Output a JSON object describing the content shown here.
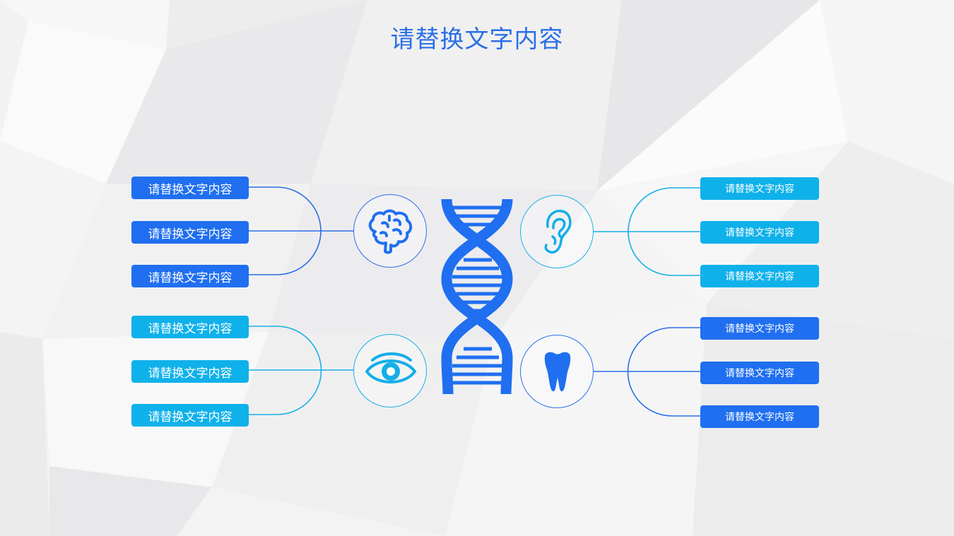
{
  "title": "请替换文字内容",
  "colors": {
    "blue": "#1f6ff0",
    "cyan": "#0fb1ea",
    "title": "#2a6fe6"
  },
  "groups": {
    "top_left": {
      "icon": "brain-icon",
      "labels": [
        "请替换文字内容",
        "请替换文字内容",
        "请替换文字内容"
      ]
    },
    "bottom_left": {
      "icon": "eye-icon",
      "labels": [
        "请替换文字内容",
        "请替换文字内容",
        "请替换文字内容"
      ]
    },
    "top_right": {
      "icon": "ear-icon",
      "labels": [
        "请替换文字内容",
        "请替换文字内容",
        "请替换文字内容"
      ]
    },
    "bottom_right": {
      "icon": "tooth-icon",
      "labels": [
        "请替换文字内容",
        "请替换文字内容",
        "请替换文字内容"
      ]
    }
  },
  "center_icon": "dna-icon"
}
